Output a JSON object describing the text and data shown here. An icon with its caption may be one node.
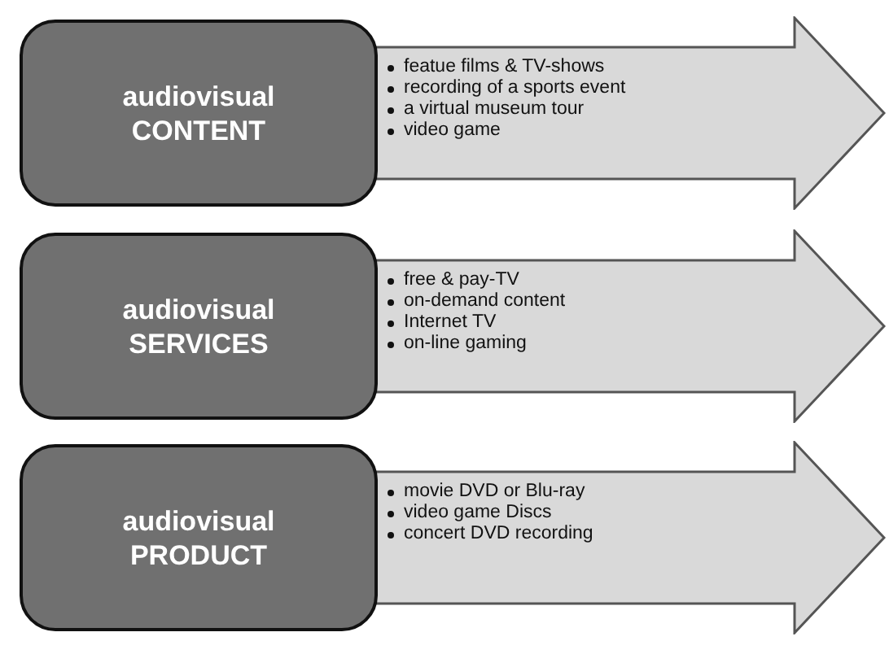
{
  "diagram": {
    "nodes": [
      {
        "text": [
          "audiovisual CONTENT"
        ]
      },
      {
        "text": [
          "featue films & TV-shows",
          "recording of a sports event",
          "a virtual museum tour",
          "video game"
        ]
      },
      {
        "text": [
          "audiovisual SERVICES"
        ]
      },
      {
        "text": [
          "free & pay-TV",
          "on-demand content",
          "Internet TV",
          "on-line gaming"
        ]
      },
      {
        "text": [
          "audiovisual PRODUCT"
        ]
      },
      {
        "text": [
          "movie DVD or Blu-ray",
          "video game Discs",
          "concert DVD recording"
        ]
      }
    ],
    "edges": []
  }
}
